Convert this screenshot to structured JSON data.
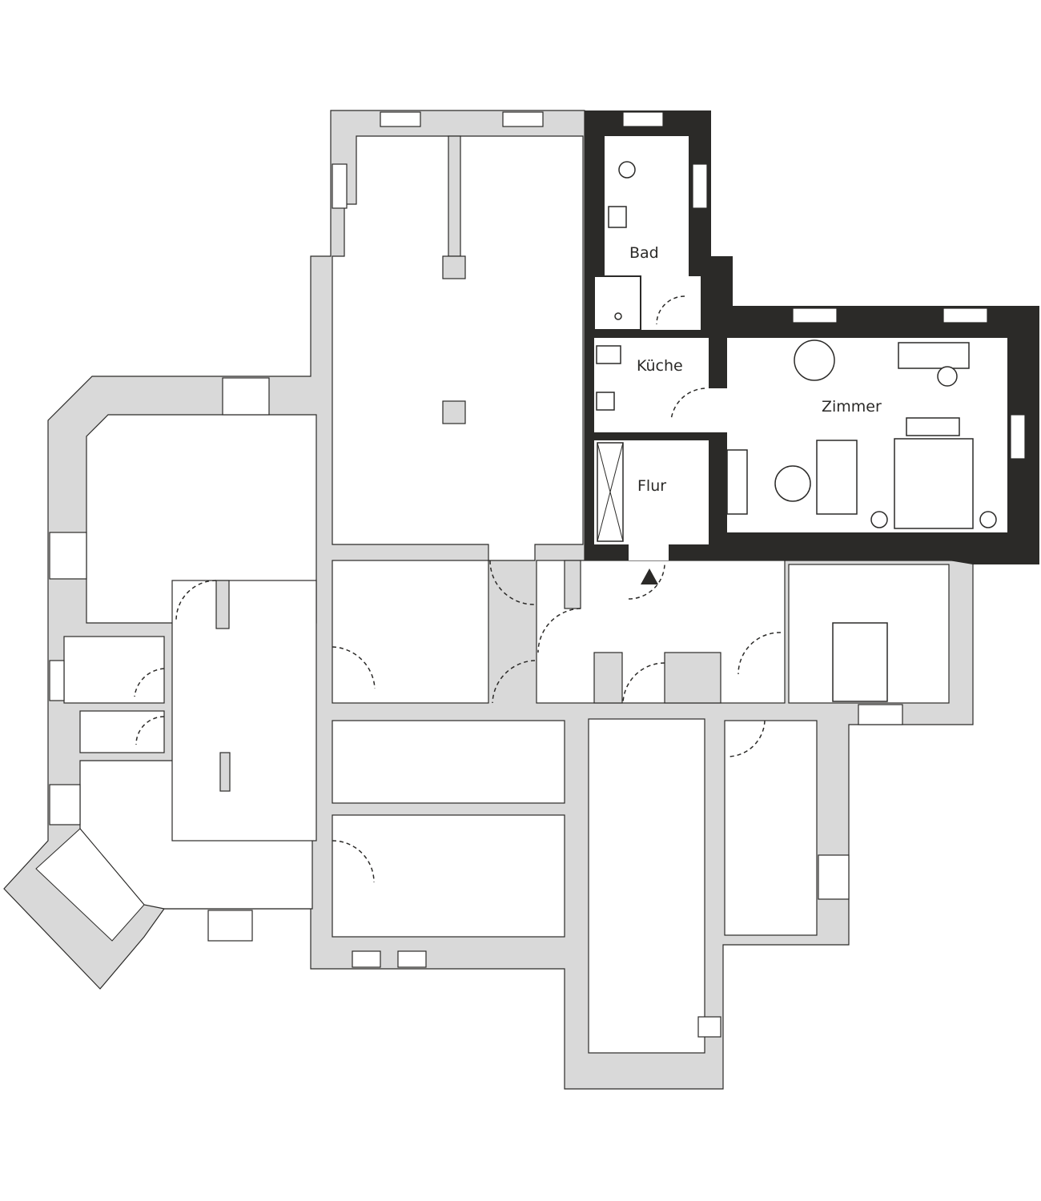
{
  "plan": {
    "rooms": [
      {
        "id": "bad",
        "label": "Bad"
      },
      {
        "id": "kueche",
        "label": "Küche"
      },
      {
        "id": "flur",
        "label": "Flur"
      },
      {
        "id": "zimmer",
        "label": "Zimmer"
      }
    ],
    "colors": {
      "building_wall": "#d9d9d9",
      "unit_wall": "#2b2a28",
      "floor": "#ffffff",
      "outline": "#2b2a28"
    },
    "entrance_marker": "triangle-up"
  }
}
